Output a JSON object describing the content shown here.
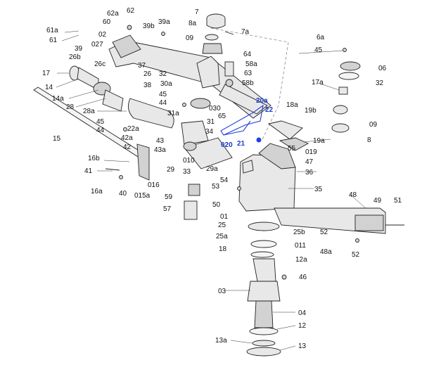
{
  "labels": {
    "l62a": "62a",
    "l62": "62",
    "l7": "7",
    "l61a": "61a",
    "l61": "61",
    "l60": "60",
    "l39b": "39b",
    "l39a": "39a",
    "l8a": "8a",
    "l7a": "7a",
    "l02": "02",
    "l09a": "09",
    "l027": "027",
    "l39": "39",
    "l6a": "6a",
    "l64": "64",
    "l45a": "45",
    "l26b": "26b",
    "l58a": "58a",
    "l26c": "26c",
    "l37": "37",
    "l06": "06",
    "l63": "63",
    "l17": "17",
    "l26": "26",
    "l32a": "32",
    "l58b": "58b",
    "l17a": "17a",
    "l32b": "32",
    "l38": "38",
    "l30a": "30a",
    "l14": "14",
    "l45b": "45",
    "l20a": "20a",
    "l18a": "18a",
    "l14a": "14a",
    "l44a": "44",
    "l030": "030",
    "l22": "22",
    "l19b": "19b",
    "l28": "28",
    "l65": "65",
    "l28a": "28a",
    "l31a": "31a",
    "l31": "31",
    "l09b": "09",
    "l45c": "45",
    "l22a": "22a",
    "l34": "34",
    "l44b": "44",
    "l15": "15",
    "l42a": "42a",
    "l43": "43",
    "l020": "020",
    "l21": "21",
    "l19a": "19a",
    "l8": "8",
    "l42": "42",
    "l43a": "43a",
    "l010": "010",
    "l55": "55",
    "l019": "019",
    "l16b": "16b",
    "l29": "29",
    "l47": "47",
    "l41": "41",
    "l33": "33",
    "l29a": "29a",
    "l36": "36",
    "l016": "016",
    "l54": "54",
    "l53": "53",
    "l16a": "16a",
    "l40": "40",
    "l015a": "015a",
    "l35": "35",
    "l59": "59",
    "l48": "48",
    "l49": "49",
    "l51": "51",
    "l50": "50",
    "l57": "57",
    "l01": "01",
    "l25": "25",
    "l25b": "25b",
    "l52a": "52",
    "l25a": "25a",
    "l011": "011",
    "l18": "18",
    "l48a": "48a",
    "l52b": "52",
    "l12a": "12a",
    "l46": "46",
    "l03": "03",
    "l04": "04",
    "l12": "12",
    "l13a": "13a",
    "l13": "13"
  },
  "colors": {
    "line": "#222222",
    "part_fill": "#e8e8e8",
    "highlight": "#2040e0",
    "background": "#ffffff"
  }
}
